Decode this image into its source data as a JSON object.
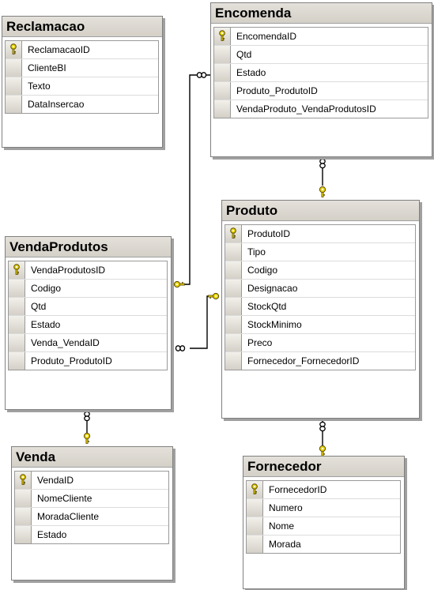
{
  "colors": {
    "key": "#e8d400",
    "line": "#000000",
    "header": "#d4d0c8"
  },
  "tables": {
    "reclamacao": {
      "title": "Reclamacao",
      "columns": [
        {
          "name": "ReclamacaoID",
          "key": true
        },
        {
          "name": "ClienteBI",
          "key": false
        },
        {
          "name": "Texto",
          "key": false
        },
        {
          "name": "DataInsercao",
          "key": false
        }
      ]
    },
    "encomenda": {
      "title": "Encomenda",
      "columns": [
        {
          "name": "EncomendaID",
          "key": true
        },
        {
          "name": "Qtd",
          "key": false
        },
        {
          "name": "Estado",
          "key": false
        },
        {
          "name": "Produto_ProdutoID",
          "key": false
        },
        {
          "name": "VendaProduto_VendaProdutosID",
          "key": false
        }
      ]
    },
    "produto": {
      "title": "Produto",
      "columns": [
        {
          "name": "ProdutoID",
          "key": true
        },
        {
          "name": "Tipo",
          "key": false
        },
        {
          "name": "Codigo",
          "key": false
        },
        {
          "name": "Designacao",
          "key": false
        },
        {
          "name": "StockQtd",
          "key": false
        },
        {
          "name": "StockMinimo",
          "key": false
        },
        {
          "name": "Preco",
          "key": false
        },
        {
          "name": "Fornecedor_FornecedorID",
          "key": false
        }
      ]
    },
    "vendaprodutos": {
      "title": "VendaProdutos",
      "columns": [
        {
          "name": "VendaProdutosID",
          "key": true
        },
        {
          "name": "Codigo",
          "key": false
        },
        {
          "name": "Qtd",
          "key": false
        },
        {
          "name": "Estado",
          "key": false
        },
        {
          "name": "Venda_VendaID",
          "key": false
        },
        {
          "name": "Produto_ProdutoID",
          "key": false
        }
      ]
    },
    "venda": {
      "title": "Venda",
      "columns": [
        {
          "name": "VendaID",
          "key": true
        },
        {
          "name": "NomeCliente",
          "key": false
        },
        {
          "name": "MoradaCliente",
          "key": false
        },
        {
          "name": "Estado",
          "key": false
        }
      ]
    },
    "fornecedor": {
      "title": "Fornecedor",
      "columns": [
        {
          "name": "FornecedorID",
          "key": true
        },
        {
          "name": "Numero",
          "key": false
        },
        {
          "name": "Nome",
          "key": false
        },
        {
          "name": "Morada",
          "key": false
        }
      ]
    }
  },
  "relationships": [
    {
      "from": "encomenda",
      "to": "vendaprodutos",
      "key_end": "vendaprodutos"
    },
    {
      "from": "encomenda",
      "to": "produto",
      "key_end": "produto"
    },
    {
      "from": "vendaprodutos",
      "to": "produto",
      "key_end": "produto"
    },
    {
      "from": "vendaprodutos",
      "to": "venda",
      "key_end": "venda"
    },
    {
      "from": "produto",
      "to": "fornecedor",
      "key_end": "fornecedor"
    }
  ]
}
